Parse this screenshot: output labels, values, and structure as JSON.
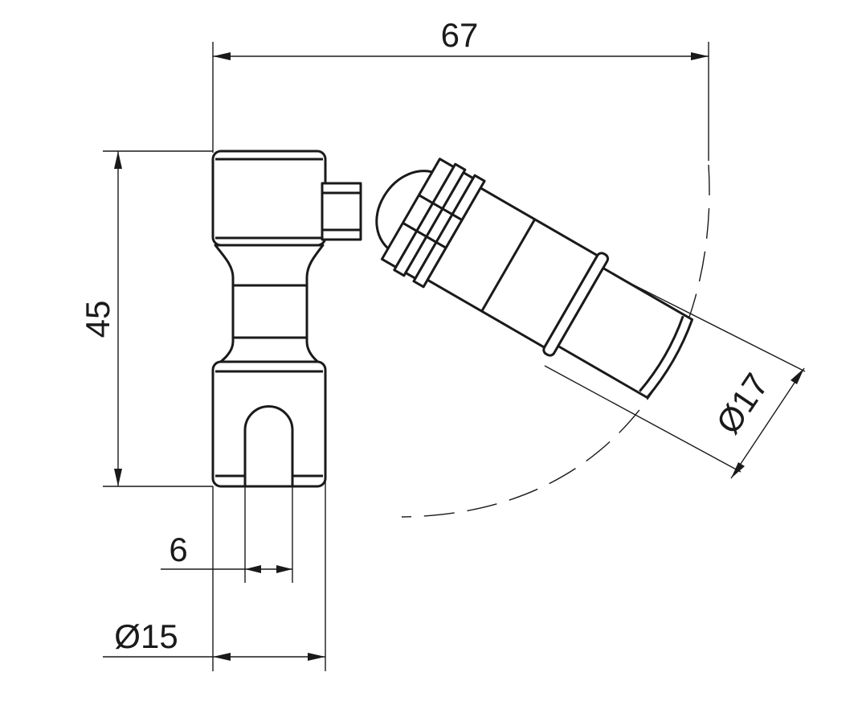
{
  "dimensions": {
    "overall_width": "67",
    "overall_height": "45",
    "slot_width": "6",
    "base_diameter": "Ø15",
    "head_diameter": "Ø17"
  },
  "colors": {
    "line": "#1a1a1a",
    "background": "#ffffff"
  }
}
